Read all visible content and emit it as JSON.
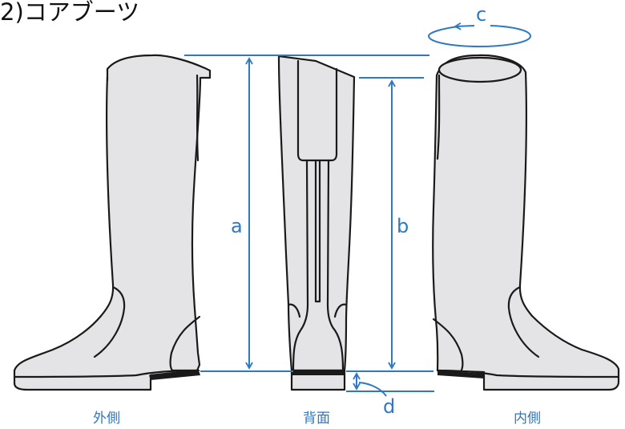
{
  "heading": "2)コアブーツ",
  "measurements": {
    "a": "a",
    "b": "b",
    "c": "c",
    "d": "d"
  },
  "views": {
    "outer": "外側",
    "back": "背面",
    "inner": "内側"
  },
  "colors": {
    "measure_line": "#2f78c2",
    "boot_fill": "#e4e4e6",
    "boot_outline": "#1a1a1a"
  }
}
